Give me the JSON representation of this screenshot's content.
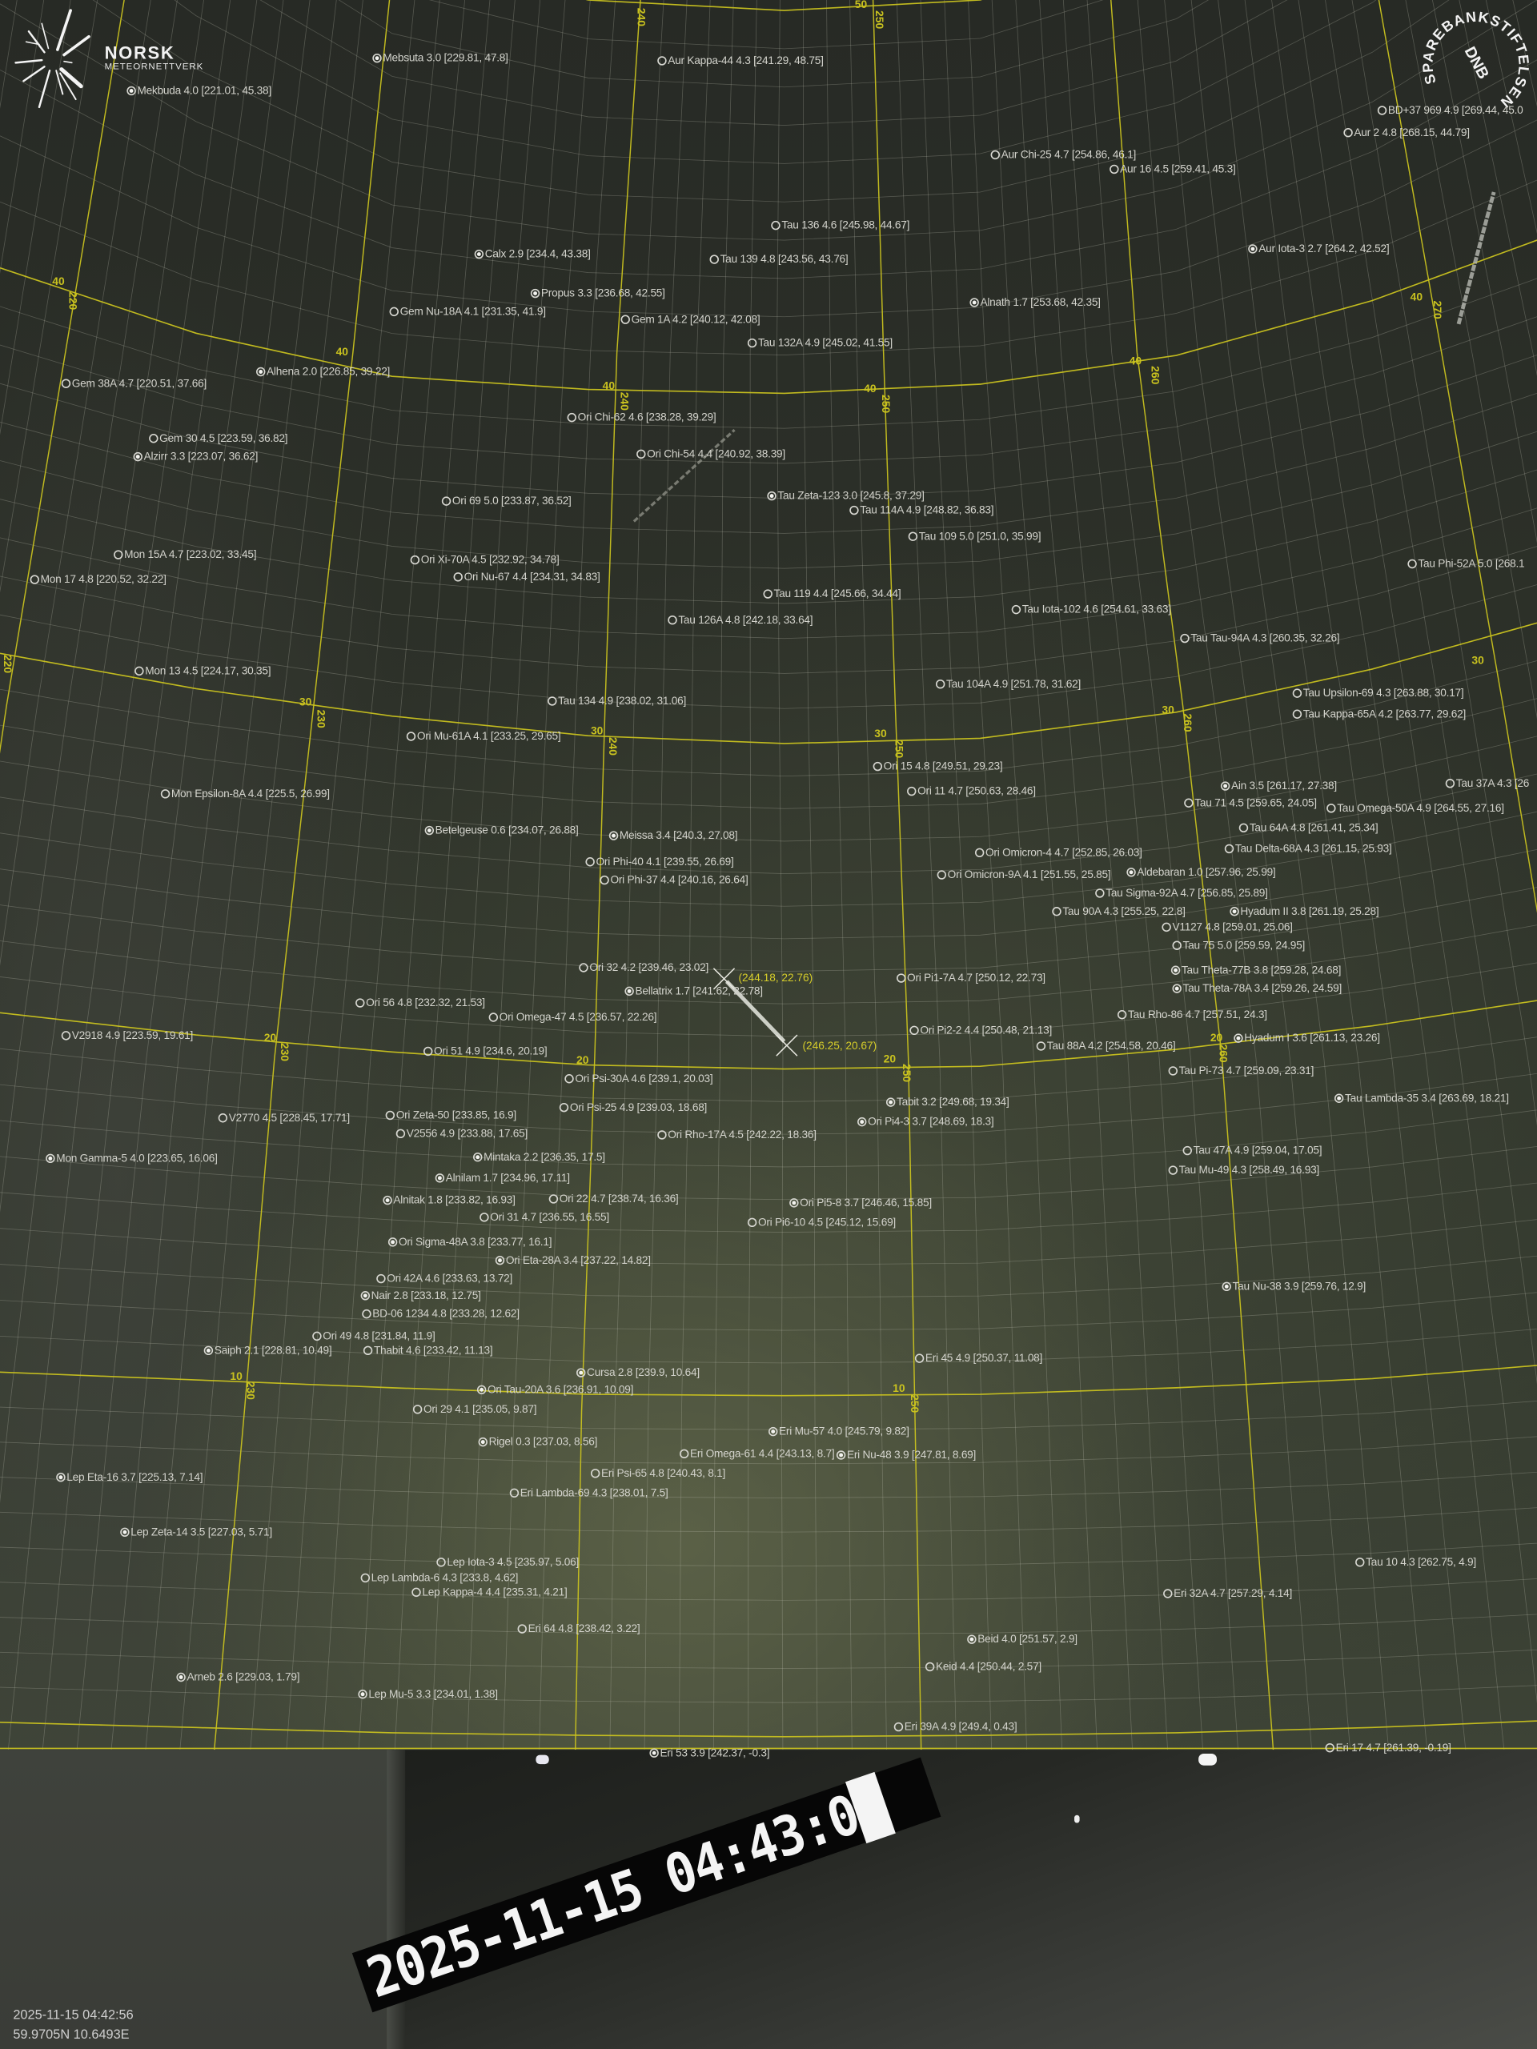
{
  "logos": {
    "norsk_title": "NORSK",
    "norsk_subtitle": "METEORNETTVERK",
    "sponsor_ring": "SPAREBANKSTIFTELSEN",
    "sponsor_center": "DNB"
  },
  "colors": {
    "grid_major": "#c9c21f",
    "grid_minor": "#c8c8bc",
    "label": "#d3d3cc",
    "meteor_label": "#d6cd2a"
  },
  "grid_labels": [
    "50",
    "240",
    "250",
    "40",
    "220",
    "40",
    "40",
    "240",
    "40",
    "250",
    "40",
    "260",
    "40",
    "270",
    "220",
    "30",
    "230",
    "30",
    "240",
    "30",
    "250",
    "30",
    "260",
    "30",
    "20",
    "230",
    "20",
    "20",
    "250",
    "20",
    "260",
    "10",
    "230",
    "10",
    "250"
  ],
  "meteor": {
    "start_coord": "(244.18, 22.76)",
    "end_coord": "(246.25, 20.67)"
  },
  "stars": [
    "Mebsuta 3.0 [229.81, 47.8]",
    "Aur Kappa-44 4.3 [241.29, 48.75]",
    "Mekbuda 4.0 [221.01, 45.38]",
    "BD+37 969 4.9 [269.44, 45.0",
    "Aur 2 4.8 [268.15, 44.79]",
    "Aur Chi-25 4.7 [254.86, 46.1]",
    "Aur 16 4.5 [259.41, 45.3]",
    "Tau 136 4.6 [245.98, 44.67]",
    "Aur Iota-3 2.7 [264.2, 42.52]",
    "Calx 2.9 [234.4, 43.38]",
    "Tau 139 4.8 [243.56, 43.76]",
    "Gem Nu-18A 4.1 [231.35, 41.9]",
    "Propus 3.3 [236.68, 42.55]",
    "Alnath 1.7 [253.68, 42.35]",
    "Gem 1A 4.2 [240.12, 42.08]",
    "Tau 132A 4.9 [245.02, 41.55]",
    "Alhena 2.0 [226.85, 39.22]",
    "Gem 38A 4.7 [220.51, 37.66]",
    "Ori Chi-62 4.6 [238.28, 39.29]",
    "Gem 30 4.5 [223.59, 36.82]",
    "Alzirr 3.3 [223.07, 36.62]",
    "Ori Chi-54 4.4 [240.92, 38.39]",
    "Ori 69 5.0 [233.87, 36.52]",
    "Tau Zeta-123 3.0 [245.8, 37.29]",
    "Tau 114A 4.9 [248.82, 36.83]",
    "Tau 109 5.0 [251.0, 35.99]",
    "Mon 15A 4.7 [223.02, 33.45]",
    "Ori Xi-70A 4.5 [232.92, 34.78]",
    "Ori Nu-67 4.4 [234.31, 34.83]",
    "Tau Phi-52A 5.0 [268.1",
    "Mon 17 4.8 [220.52, 32.22]",
    "Tau 119 4.4 [245.66, 34.44]",
    "Tau Iota-102 4.6 [254.61, 33.63]",
    "Tau 126A 4.8 [242.18, 33.64]",
    "Tau Tau-94A 4.3 [260.35, 32.26]",
    "Mon 13 4.5 [224.17, 30.35]",
    "Tau 104A 4.9 [251.78, 31.62]",
    "Tau Upsilon-69 4.3 [263.88, 30.17]",
    "Tau 134 4.9 [238.02, 31.06]",
    "Tau Kappa-65A 4.2 [263.77, 29.62]",
    "Ori Mu-61A 4.1 [233.25, 29.65]",
    "Ori 15 4.8 [249.51, 29.23]",
    "Tau 37A 4.3 [26",
    "Ori 11 4.7 [250.63, 28.46]",
    "Mon Epsilon-8A 4.4 [225.5, 26.99]",
    "Tau Omega-50A 4.9 [264.55, 27.16]",
    "Ain 3.5 [261.17, 27.38]",
    "Betelgeuse 0.6 [234.07, 26.88]",
    "Meissa 3.4 [240.3, 27.08]",
    "Ori Phi-40 4.1 [239.55, 26.69]",
    "Ori Phi-37 4.4 [240.16, 26.64]",
    "Tau Delta-68A 4.3 [261.15, 25.93]",
    "Aldebaran 1.0 [257.96, 25.99]",
    "Tau Sigma-92A 4.7 [256.85, 25.89]",
    "Ori Omicron-4 4.7 [252.85, 26.03]",
    "Hyadum II 3.8 [261.19, 25.28]",
    "Tau 64A 4.8 [261.41, 25.34]",
    "Ori Omicron-9A 4.1 [251.55, 25.85]",
    "V1127 4.8 [259.01, 25.06]",
    "Tau 75 5.0 [259.59, 24.95]",
    "Tau Theta-77B 3.8 [259.28, 24.68]",
    "Tau Theta-78A 3.4 [259.26, 24.59]",
    "Tau Rho-86 4.7 [257.51, 24.3]",
    "Tau 71 4.5 [259.65, 24.05]",
    "Hyadum I 3.6 [261.13, 23.26]",
    "Tau Pi-73 4.7 [259.09, 23.31]",
    "Tau 90A 4.3 [255.25, 22.8]",
    "Ori 32 4.2 [239.46, 23.02]",
    "Bellatrix 1.7 [241.62, 22.78]",
    "Ori Pi1-7A 4.7 [250.12, 22.73]",
    "Ori Omega-47 4.5 [236.57, 22.26]",
    "Ori 56 4.8 [232.32, 21.53]",
    "Ori Pi2-2 4.4 [250.48, 21.13]",
    "V2918 4.9 [223.59, 19.61]",
    "Tau 88A 4.2 [254.58, 20.46]",
    "Ori 51 4.9 [234.6, 20.19]",
    "Ori Psi-30A 4.6 [239.1, 20.03]",
    "Tabit 3.2 [249.68, 19.34]",
    "Tau Lambda-35 3.4 [263.69, 18.21]",
    "Ori Psi-25 4.9 [239.03, 18.68]",
    "V2770 4.5 [228.45, 17.71]",
    "Ori Rho-17A 4.5 [242.22, 18.36]",
    "Ori Pi4-3 3.7 [248.69, 18.3]",
    "V2556 4.9 [233.88, 17.65]",
    "Mintaka 2.2 [236.35, 17.5]",
    "Alnilam 1.7 [234.96, 17.11]",
    "Alnitak 1.8 [233.82, 16.93]",
    "Ori Zeta-50 [233.85, 16.9]",
    "Tau 47A 4.9 [259.04, 17.05]",
    "Tau Mu-49 4.3 [258.49, 16.93]",
    "Mon Gamma-5 4.0 [223.65, 16.06]",
    "Ori 31 4.7 [236.55, 16.55]",
    "Ori Sigma-48A 3.8 [233.77, 16.1]",
    "Ori 22 4.7 [238.74, 16.36]",
    "Ori Pi5-8 3.7 [246.46, 15.85]",
    "Ori Pi6-10 4.5 [245.12, 15.69]",
    "Ori Eta-28A 3.4 [237.22, 14.82]",
    "Ori 42A 4.6 [233.63, 13.72]",
    "Tau Nu-38 3.9 [259.76, 12.9]",
    "Nair 2.8 [233.18, 12.75]",
    "BD-06 1234 4.8 [233.28, 12.62]",
    "Ori 49 4.8 [231.84, 11.9]",
    "Thabit 4.6 [233.42, 11.13]",
    "Eri 45 4.9 [250.37, 11.08]",
    "Saiph 2.1 [228.81, 10.49]",
    "Cursa 2.8 [239.9, 10.64]",
    "Ori Tau-20A 3.6 [236.91, 10.09]",
    "Ori 29 4.1 [235.05, 9.87]",
    "Eri Mu-57 4.0 [245.79, 9.82]",
    "Rigel 0.3 [237.03, 8.56]",
    "Eri Omega-61 4.4 [243.13, 8.7]",
    "Eri Nu-48 3.9 [247.81, 8.69]",
    "Eri Psi-65 4.8 [240.43, 8.1]",
    "Eri Lambda-69 4.3 [238.01, 7.5]",
    "Lep Eta-16 3.7 [225.13, 7.14]",
    "Lep Zeta-14 3.5 [227.03, 5.71]",
    "Tau 10 4.3 [262.75, 4.9]",
    "Lep Iota-3 4.5 [235.97, 5.06]",
    "Lep Lambda-6 4.3 [233.8, 4.62]",
    "Eri 32A 4.7 [257.29, 4.14]",
    "Lep Kappa-4 4.4 [235.31, 4.21]",
    "Eri 64 4.8 [238.42, 3.22]",
    "Beid 4.0 [251.57, 2.9]",
    "Keid 4.4 [250.44, 2.57]",
    "Arneb 2.6 [229.03, 1.79]",
    "Lep Mu-5 3.3 [234.01, 1.38]",
    "Eri 39A 4.9 [249.4, 0.43]",
    "Eri 53 3.9 [242.37, -0.3]",
    "Eri 17 4.7 [261.39, -0.19]"
  ],
  "burned_in_timestamp": "2025-11-15 04:43:0█",
  "footer": {
    "timestamp": "2025-11-15 04:42:56",
    "location": "59.9705N 10.6493E"
  }
}
